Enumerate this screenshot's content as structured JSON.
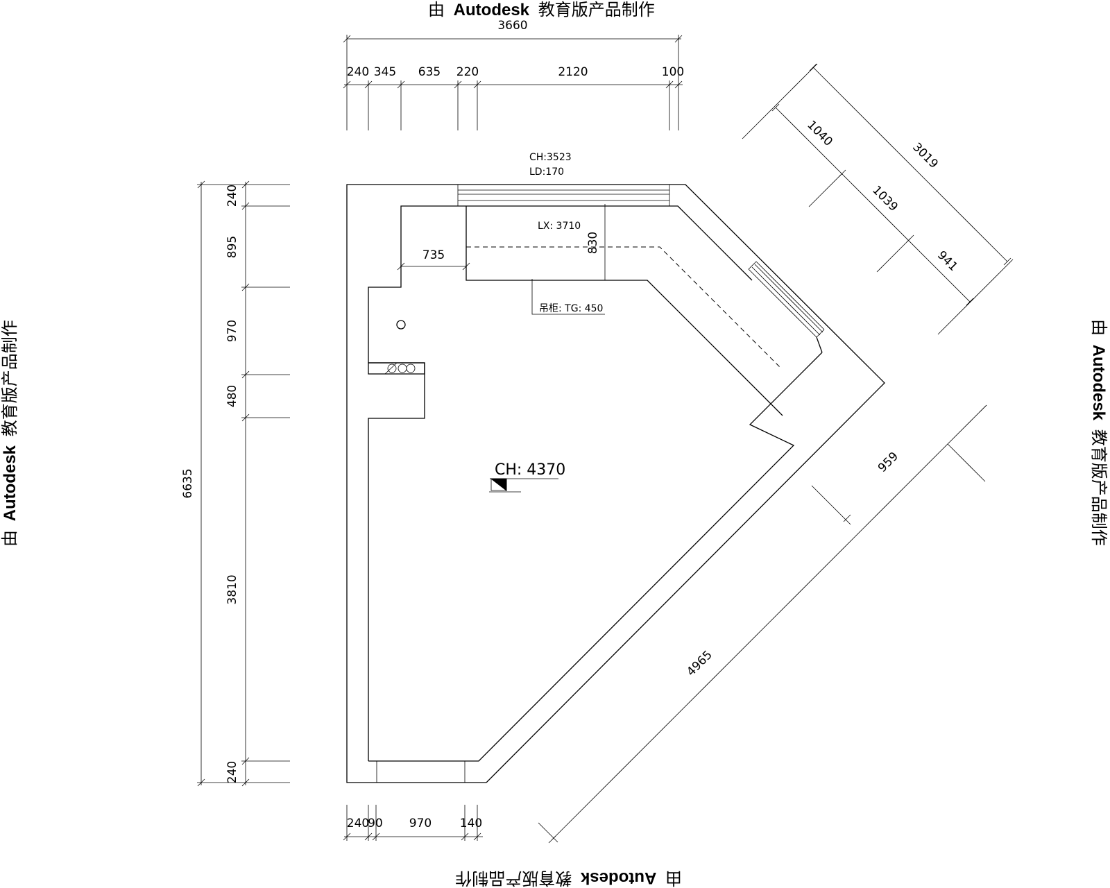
{
  "watermark": {
    "prefix": "由",
    "brand": "Autodesk",
    "suffix": "教育版产品制作"
  },
  "top_dims": {
    "total": "3660",
    "segments": [
      "240",
      "345",
      "635",
      "220",
      "2120",
      "100"
    ]
  },
  "left_dims": {
    "total": "6635",
    "segments": [
      "240",
      "895",
      "970",
      "480",
      "3810",
      "240"
    ]
  },
  "bottom_dims": {
    "segments": [
      "240",
      "90",
      "970",
      "140"
    ]
  },
  "diag_dims": {
    "total": "3019",
    "segments": [
      "1040",
      "1039",
      "941"
    ],
    "lower": [
      "959",
      "4965"
    ]
  },
  "labels": {
    "ch_window": "CH:3523",
    "ld_window": "LD:170",
    "lx": "LX: 3710",
    "dim_735": "735",
    "dim_830": "830",
    "tg_note": "吊柜: TG: 450",
    "ceiling_height": "CH: 4370"
  }
}
